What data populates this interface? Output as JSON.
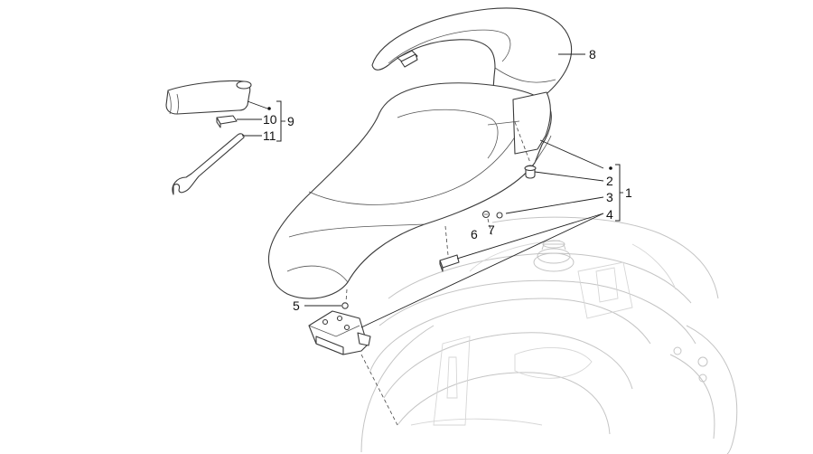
{
  "callouts": {
    "c1": "1",
    "c2": "2",
    "c3": "3",
    "c4": "4",
    "c5": "5",
    "c6": "6",
    "c7": "7",
    "c8": "8",
    "c9": "9",
    "c10": "10",
    "c11": "11"
  },
  "colors": {
    "line": "#3a3a3a",
    "ghost": "#c4c4c4",
    "text": "#111111",
    "background": "#ffffff"
  }
}
